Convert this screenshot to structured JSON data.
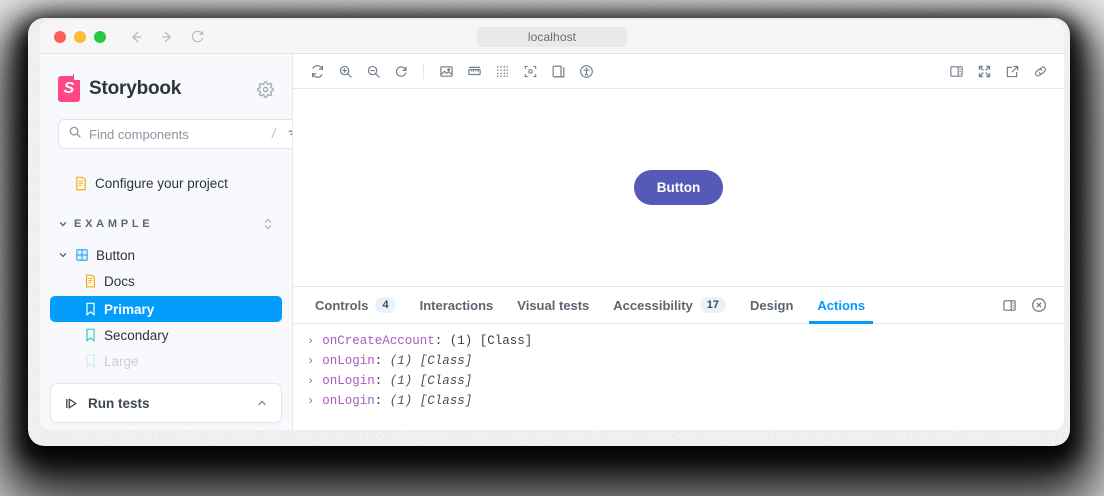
{
  "browser": {
    "url": "localhost",
    "back_icon": "arrow-left-icon",
    "forward_icon": "arrow-right-icon",
    "reload_icon": "reload-icon"
  },
  "sidebar": {
    "brand": "Storybook",
    "brand_color": "#FF4785",
    "settings_icon": "gear-icon",
    "search": {
      "placeholder": "Find components",
      "value": "",
      "shortcut_hint": "/",
      "filter_icon": "filter-icon",
      "search_icon": "search-icon"
    },
    "add_button_icon": "plus-icon",
    "configure": {
      "label": "Configure your project",
      "icon": "document-icon"
    },
    "group": {
      "label": "EXAMPLE",
      "expanded": true,
      "sort_icon": "expand-collapse-icon"
    },
    "component": {
      "label": "Button",
      "icon": "component-icon",
      "expanded": true
    },
    "stories": [
      {
        "label": "Docs",
        "icon": "document-icon",
        "selected": false
      },
      {
        "label": "Primary",
        "icon": "bookmark-icon",
        "selected": true
      },
      {
        "label": "Secondary",
        "icon": "bookmark-icon",
        "selected": false
      }
    ],
    "run_tests": {
      "label": "Run tests",
      "play_icon": "play-from-start-icon",
      "caret_icon": "chevron-up-icon"
    },
    "selected_color": "#029CFD"
  },
  "toolbar": {
    "left_tools": [
      "remount-icon",
      "zoom-in-icon",
      "zoom-out-icon",
      "zoom-reset-icon"
    ],
    "addon_tools": [
      "backgrounds-icon",
      "measure-icon",
      "grid-icon",
      "outline-icon",
      "viewport-icon",
      "accessibility-icon"
    ],
    "right_tools": [
      "panel-position-icon",
      "fullscreen-icon",
      "open-new-tab-icon",
      "copy-link-icon"
    ]
  },
  "preview": {
    "button_label": "Button",
    "button_color": "#555AB9"
  },
  "panel": {
    "tabs": [
      {
        "label": "Controls",
        "badge": "4",
        "active": false
      },
      {
        "label": "Interactions",
        "badge": "",
        "active": false
      },
      {
        "label": "Visual tests",
        "badge": "",
        "active": false
      },
      {
        "label": "Accessibility",
        "badge": "17",
        "active": false
      },
      {
        "label": "Design",
        "badge": "",
        "active": false
      },
      {
        "label": "Actions",
        "badge": "",
        "active": true
      }
    ],
    "active_color": "#029CFD",
    "position_icon": "panel-position-icon",
    "close_icon": "close-circle-icon",
    "actions_log": [
      {
        "arrow": "›",
        "name": "onCreateAccount",
        "colon": ":",
        "args": "(1) [Class]",
        "emphasis": false
      },
      {
        "arrow": "›",
        "name": "onLogin",
        "colon": ":",
        "args": "(1) [Class]",
        "emphasis": true
      },
      {
        "arrow": "›",
        "name": "onLogin",
        "colon": ":",
        "args": "(1) [Class]",
        "emphasis": true
      },
      {
        "arrow": "›",
        "name": "onLogin",
        "colon": ":",
        "args": "(1) [Class]",
        "emphasis": true
      }
    ]
  }
}
